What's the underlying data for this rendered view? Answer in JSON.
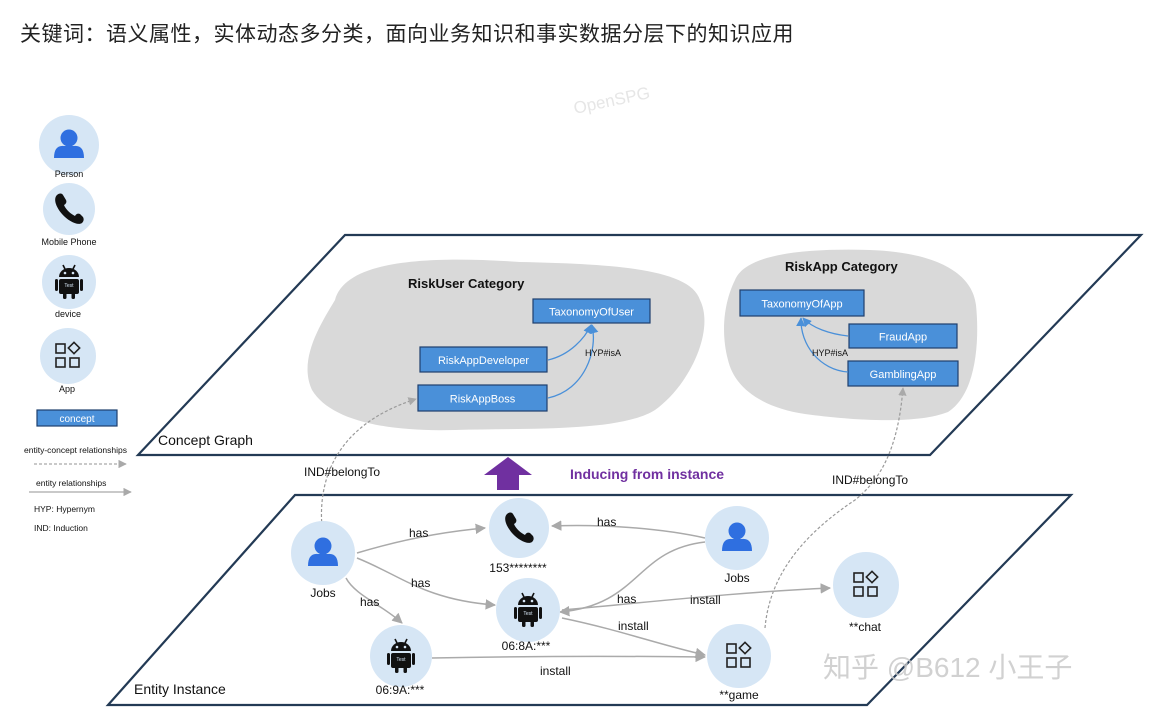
{
  "heading": "关键词：语义属性，实体动态多分类，面向业务知识和事实数据分层下的知识应用",
  "watermark": "OpenSPG",
  "brand_watermark": "知乎 @B612 小王子",
  "legend": {
    "person": "Person",
    "mobile_phone": "Mobile Phone",
    "device": "device",
    "app": "App",
    "concept": "concept",
    "entity_concept": "entity-concept relationships",
    "entity_rel": "entity relationships",
    "hyp": "HYP: Hypernym",
    "ind": "IND: Induction"
  },
  "concept_graph": {
    "title": "Concept Graph",
    "risk_user": {
      "title": "RiskUser Category",
      "taxonomy": "TaxonomyOfUser",
      "developer": "RiskAppDeveloper",
      "boss": "RiskAppBoss",
      "hyp": "HYP#isA"
    },
    "risk_app": {
      "title": "RiskApp Category",
      "taxonomy": "TaxonomyOfApp",
      "fraud": "FraudApp",
      "gambling": "GamblingApp",
      "hyp": "HYP#isA"
    }
  },
  "inducing": "Inducing from instance",
  "ind_left": "IND#belongTo",
  "ind_right": "IND#belongTo",
  "entity_instance": {
    "title": "Entity Instance",
    "person1": "Jobs",
    "person2": "Jobs",
    "phone": "153********",
    "device1": "06:8A:***",
    "device2": "06:9A:***",
    "app_chat": "**chat",
    "app_game": "**game",
    "edges": {
      "has1": "has",
      "has2": "has",
      "has3": "has",
      "has4": "has",
      "has5": "has",
      "install1": "install",
      "install2": "install",
      "install3": "install"
    }
  },
  "icon_text": "Test",
  "colors": {
    "node_fill": "#d6e6f5",
    "icon_blue": "#2f6fe0",
    "concept_fill": "#4a90d9",
    "concept_stroke": "#1f3f6d",
    "plane_stroke": "#233a55",
    "inducing": "#7030a0",
    "blob": "#d9d9d9"
  }
}
